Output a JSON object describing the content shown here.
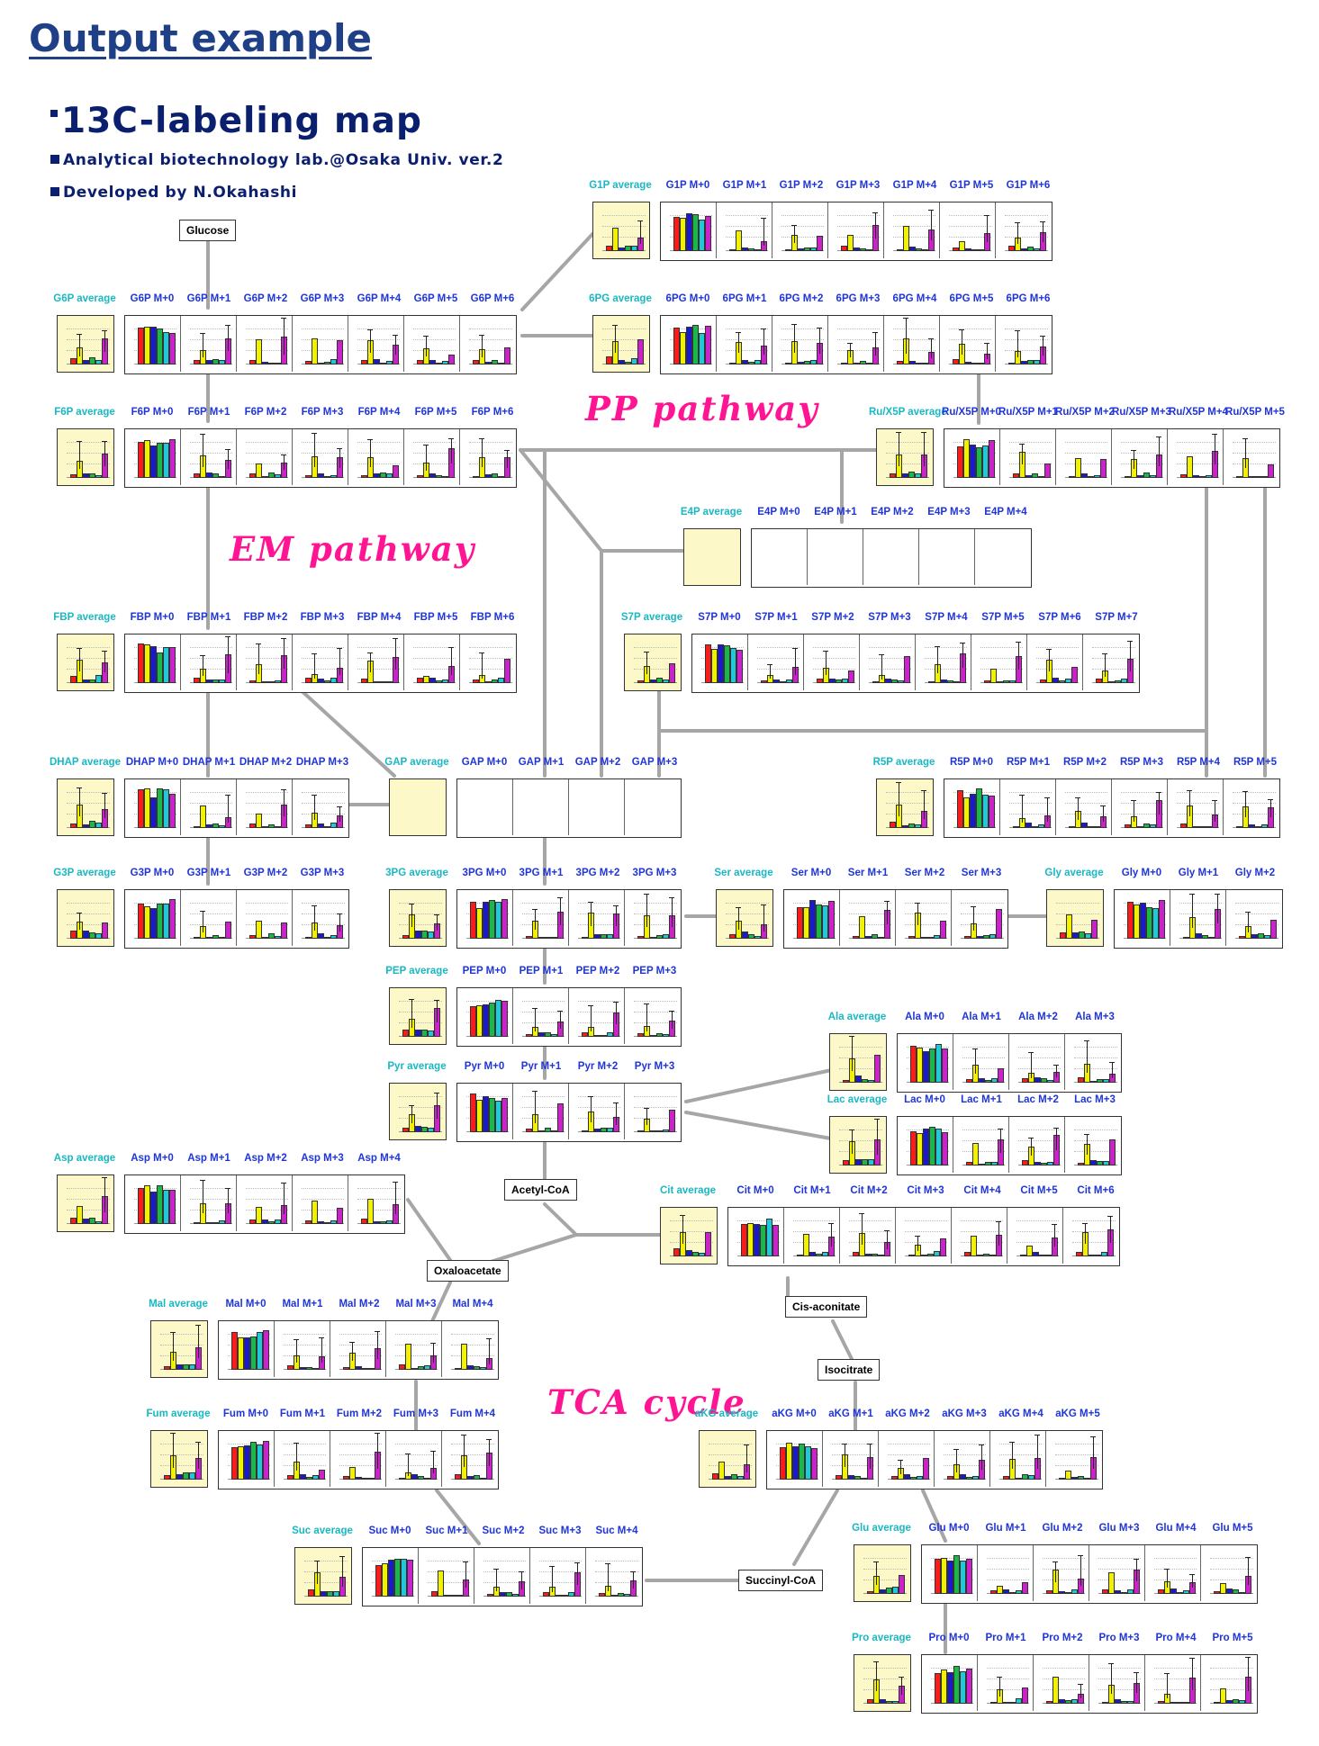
{
  "heading": "Output example",
  "map_title": "13C-labeling map",
  "subtitle_1": "Analytical biotechnology lab.@Osaka Univ. ver.2",
  "subtitle_2": "Developed by N.Okahashi",
  "pathway_labels": {
    "pp": "PP pathway",
    "em": "EM pathway",
    "tca": "TCA cycle"
  },
  "colors": {
    "heading": "#1f3f86",
    "title": "#0a1f6e",
    "pathway": "#ff1493",
    "isotopomer_label": "#1f35d8",
    "average_label": "#19b8c2",
    "average_panel": "#fcf8c8",
    "link": "#a6a6a6",
    "bar_palette": [
      "#ff1a1a",
      "#f2f200",
      "#1a1acc",
      "#1ab84a",
      "#20c8d8",
      "#cc22cc"
    ]
  },
  "nodes": [
    {
      "id": "glucose",
      "label": "Glucose"
    },
    {
      "id": "acetyl-coa",
      "label": "Acetyl-CoA"
    },
    {
      "id": "oxaloacetate",
      "label": "Oxaloacetate"
    },
    {
      "id": "cis-aconitate",
      "label": "Cis-aconitate"
    },
    {
      "id": "isocitrate",
      "label": "Isocitrate"
    },
    {
      "id": "succinyl-coa",
      "label": "Succinyl-CoA"
    }
  ],
  "metabolites": [
    {
      "id": "g1p",
      "name": "G1P",
      "labels": [
        "G1P average",
        "G1P M+0",
        "G1P M+1",
        "G1P M+2",
        "G1P M+3",
        "G1P M+4",
        "G1P M+5",
        "G1P M+6"
      ]
    },
    {
      "id": "g6p",
      "name": "G6P",
      "labels": [
        "G6P average",
        "G6P M+0",
        "G6P M+1",
        "G6P M+2",
        "G6P M+3",
        "G6P M+4",
        "G6P M+5",
        "G6P M+6"
      ]
    },
    {
      "id": "6pg",
      "name": "6PG",
      "labels": [
        "6PG average",
        "6PG M+0",
        "6PG M+1",
        "6PG M+2",
        "6PG M+3",
        "6PG M+4",
        "6PG M+5",
        "6PG M+6"
      ]
    },
    {
      "id": "f6p",
      "name": "F6P",
      "labels": [
        "F6P average",
        "F6P M+0",
        "F6P M+1",
        "F6P M+2",
        "F6P M+3",
        "F6P M+4",
        "F6P M+5",
        "F6P M+6"
      ]
    },
    {
      "id": "rux5p",
      "name": "Ru/X5P",
      "labels": [
        "Ru/X5P average",
        "Ru/X5P M+0",
        "Ru/X5P M+1",
        "Ru/X5P M+2",
        "Ru/X5P M+3",
        "Ru/X5P M+4",
        "Ru/X5P M+5"
      ]
    },
    {
      "id": "e4p",
      "name": "E4P",
      "labels": [
        "E4P average",
        "E4P M+0",
        "E4P M+1",
        "E4P M+2",
        "E4P M+3",
        "E4P M+4"
      ]
    },
    {
      "id": "fbp",
      "name": "FBP",
      "labels": [
        "FBP average",
        "FBP M+0",
        "FBP M+1",
        "FBP M+2",
        "FBP M+3",
        "FBP M+4",
        "FBP M+5",
        "FBP M+6"
      ]
    },
    {
      "id": "s7p",
      "name": "S7P",
      "labels": [
        "S7P average",
        "S7P M+0",
        "S7P M+1",
        "S7P M+2",
        "S7P M+3",
        "S7P M+4",
        "S7P M+5",
        "S7P M+6",
        "S7P M+7"
      ]
    },
    {
      "id": "dhap",
      "name": "DHAP",
      "labels": [
        "DHAP average",
        "DHAP M+0",
        "DHAP M+1",
        "DHAP M+2",
        "DHAP M+3"
      ]
    },
    {
      "id": "gap",
      "name": "GAP",
      "labels": [
        "GAP average",
        "GAP M+0",
        "GAP M+1",
        "GAP M+2",
        "GAP M+3"
      ]
    },
    {
      "id": "r5p",
      "name": "R5P",
      "labels": [
        "R5P average",
        "R5P M+0",
        "R5P M+1",
        "R5P M+2",
        "R5P M+3",
        "R5P M+4",
        "R5P M+5"
      ]
    },
    {
      "id": "g3p",
      "name": "G3P",
      "labels": [
        "G3P average",
        "G3P M+0",
        "G3P M+1",
        "G3P M+2",
        "G3P M+3"
      ]
    },
    {
      "id": "3pg",
      "name": "3PG",
      "labels": [
        "3PG average",
        "3PG M+0",
        "3PG M+1",
        "3PG M+2",
        "3PG M+3"
      ]
    },
    {
      "id": "ser",
      "name": "Ser",
      "labels": [
        "Ser average",
        "Ser M+0",
        "Ser M+1",
        "Ser M+2",
        "Ser M+3"
      ]
    },
    {
      "id": "gly",
      "name": "Gly",
      "labels": [
        "Gly average",
        "Gly M+0",
        "Gly M+1",
        "Gly M+2"
      ]
    },
    {
      "id": "pep",
      "name": "PEP",
      "labels": [
        "PEP average",
        "PEP M+0",
        "PEP M+1",
        "PEP M+2",
        "PEP M+3"
      ]
    },
    {
      "id": "ala",
      "name": "Ala",
      "labels": [
        "Ala average",
        "Ala M+0",
        "Ala M+1",
        "Ala M+2",
        "Ala M+3"
      ]
    },
    {
      "id": "pyr",
      "name": "Pyr",
      "labels": [
        "Pyr average",
        "Pyr M+0",
        "Pyr M+1",
        "Pyr M+2",
        "Pyr M+3"
      ]
    },
    {
      "id": "lac",
      "name": "Lac",
      "labels": [
        "Lac average",
        "Lac M+0",
        "Lac M+1",
        "Lac M+2",
        "Lac M+3"
      ]
    },
    {
      "id": "asp",
      "name": "Asp",
      "labels": [
        "Asp average",
        "Asp M+0",
        "Asp M+1",
        "Asp M+2",
        "Asp M+3",
        "Asp M+4"
      ]
    },
    {
      "id": "cit",
      "name": "Cit",
      "labels": [
        "Cit average",
        "Cit M+0",
        "Cit M+1",
        "Cit M+2",
        "Cit M+3",
        "Cit M+4",
        "Cit M+5",
        "Cit M+6"
      ]
    },
    {
      "id": "mal",
      "name": "Mal",
      "labels": [
        "Mal average",
        "Mal M+0",
        "Mal M+1",
        "Mal M+2",
        "Mal M+3",
        "Mal M+4"
      ]
    },
    {
      "id": "fum",
      "name": "Fum",
      "labels": [
        "Fum average",
        "Fum M+0",
        "Fum M+1",
        "Fum M+2",
        "Fum M+3",
        "Fum M+4"
      ]
    },
    {
      "id": "akg",
      "name": "aKG",
      "labels": [
        "aKG average",
        "aKG M+0",
        "aKG M+1",
        "aKG M+2",
        "aKG M+3",
        "aKG M+4",
        "aKG M+5"
      ]
    },
    {
      "id": "suc",
      "name": "Suc",
      "labels": [
        "Suc average",
        "Suc M+0",
        "Suc M+1",
        "Suc M+2",
        "Suc M+3",
        "Suc M+4"
      ]
    },
    {
      "id": "glu",
      "name": "Glu",
      "labels": [
        "Glu average",
        "Glu M+0",
        "Glu M+1",
        "Glu M+2",
        "Glu M+3",
        "Glu M+4",
        "Glu M+5"
      ]
    },
    {
      "id": "pro",
      "name": "Pro",
      "labels": [
        "Pro average",
        "Pro M+0",
        "Pro M+1",
        "Pro M+2",
        "Pro M+3",
        "Pro M+4",
        "Pro M+5"
      ]
    }
  ],
  "empty_panels": [
    "e4p",
    "gap"
  ]
}
